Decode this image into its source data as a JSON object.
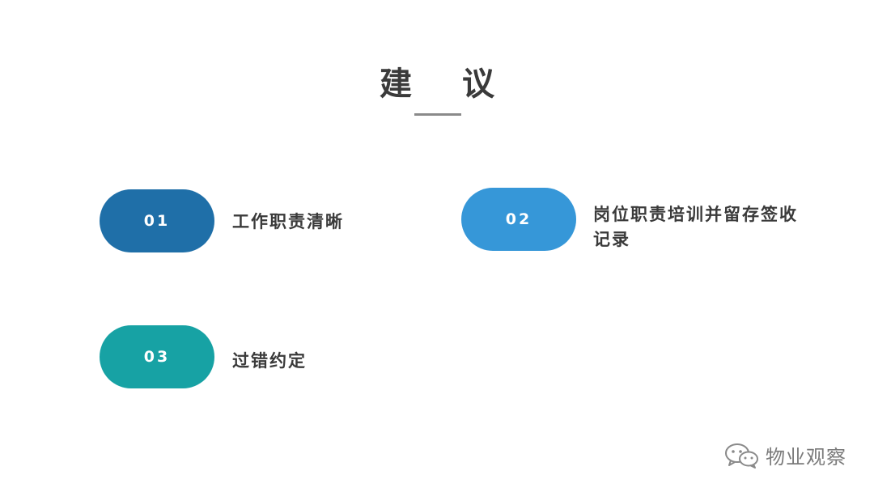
{
  "title": {
    "left": "建",
    "right": "议"
  },
  "items": [
    {
      "number": "01",
      "text": "工作职责清晰"
    },
    {
      "number": "02",
      "text": "岗位职责培训并留存签收记录"
    },
    {
      "number": "03",
      "text": "过错约定"
    }
  ],
  "watermark": {
    "icon": "wechat-icon",
    "text": "物业观察"
  },
  "colors": {
    "pill_1": "#1f6fa8",
    "pill_2": "#3697d8",
    "pill_3": "#17a2a4",
    "text": "#3a3a3a"
  }
}
